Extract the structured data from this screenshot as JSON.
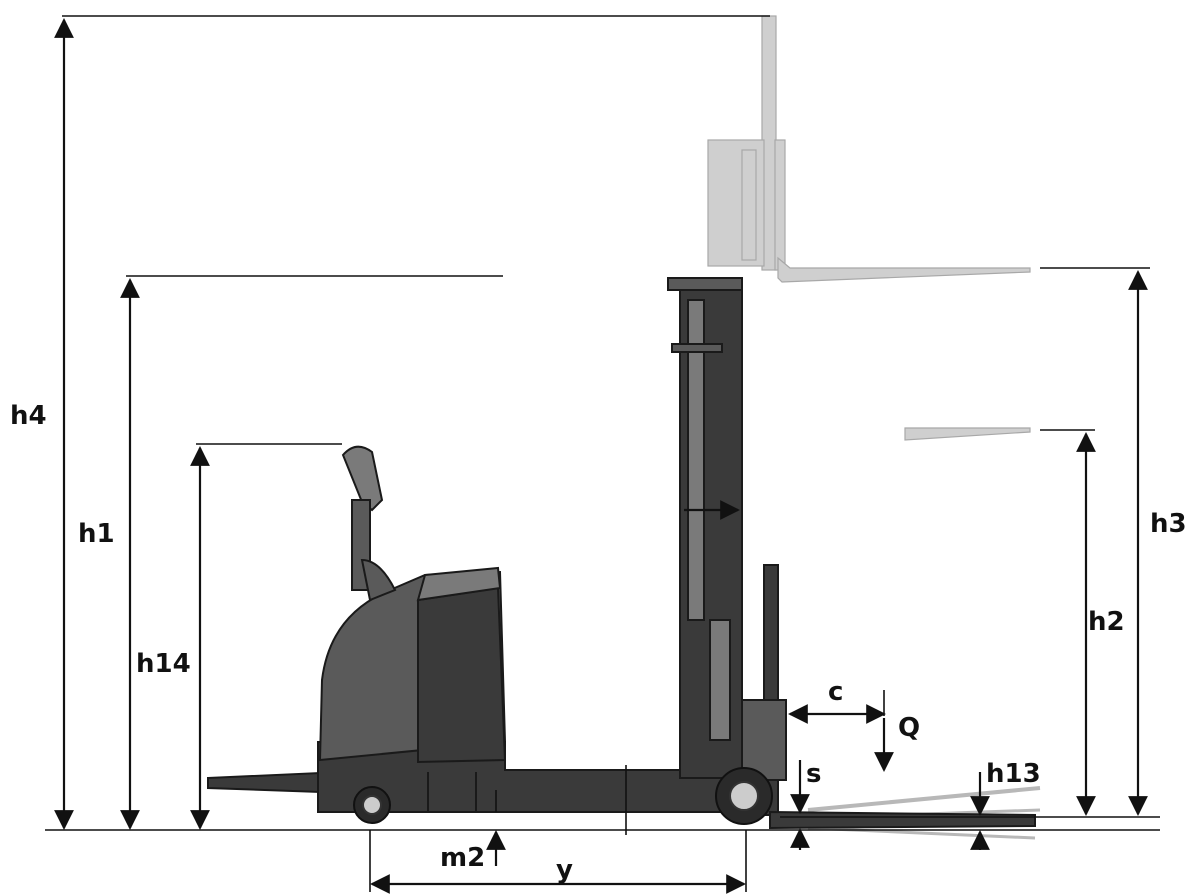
{
  "diagram": {
    "labels": {
      "h4": "h4",
      "h1": "h1",
      "h14": "h14",
      "h3": "h3",
      "h2": "h2",
      "c": "c",
      "Q": "Q",
      "s": "s",
      "h13": "h13",
      "m2": "m2",
      "y": "y"
    },
    "colors": {
      "dimension_line": "#111111",
      "truck_body": "#3a3a3a",
      "truck_cover": "#5a5a5a",
      "raised_mast_ghost": "#cfcfcf"
    }
  }
}
